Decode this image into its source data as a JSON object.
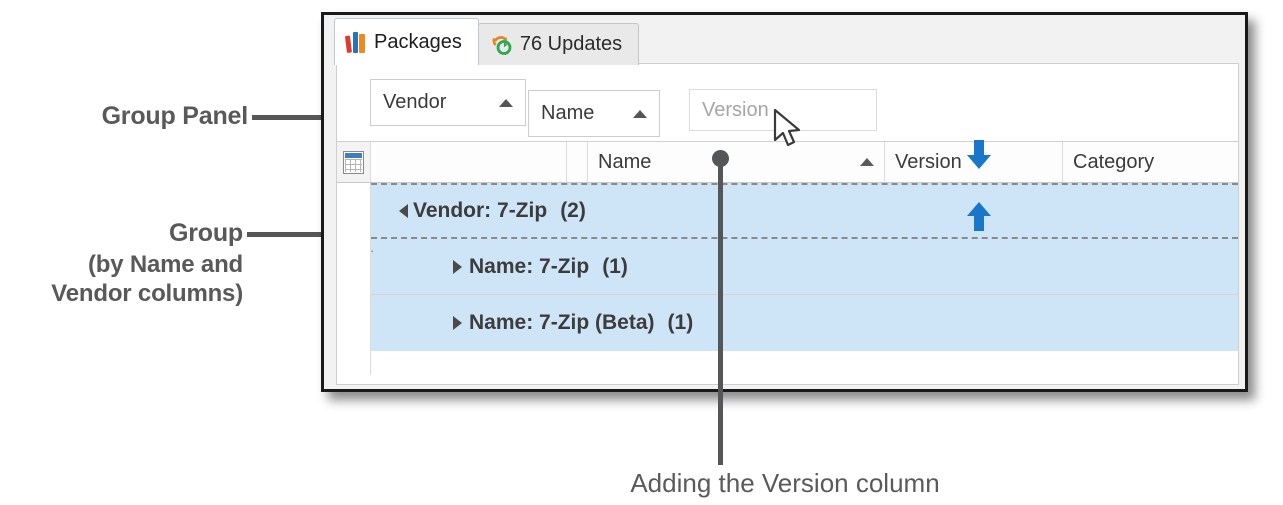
{
  "annotations": {
    "group_panel_label": "Group Panel",
    "group_label": "Group",
    "group_sublabel": "(by Name and\nVendor columns)",
    "bottom_caption": "Adding the Version column"
  },
  "window": {
    "tabs": [
      {
        "label": "Packages",
        "icon": "books-icon",
        "active": true
      },
      {
        "label": "76 Updates",
        "icon": "refresh-icon",
        "active": false
      }
    ]
  },
  "group_panel": {
    "chips": [
      {
        "label": "Vendor",
        "sort": "ascending",
        "state": "placed"
      },
      {
        "label": "Name",
        "sort": "ascending",
        "state": "dragging"
      },
      {
        "label": "Version",
        "sort": "none",
        "state": "drop-preview"
      }
    ],
    "drop_indicator": {
      "top_arrow": "arrow-down-icon",
      "bottom_arrow": "arrow-up-icon"
    }
  },
  "grid": {
    "columns": [
      {
        "label": "",
        "name": "select-all-indicator"
      },
      {
        "label": "",
        "name": "blank-column-1"
      },
      {
        "label": "",
        "name": "blank-column-2"
      },
      {
        "label": "Name",
        "name": "column-name",
        "sort": "ascending"
      },
      {
        "label": "Version",
        "name": "column-version"
      },
      {
        "label": "Category",
        "name": "column-category"
      }
    ],
    "rows": [
      {
        "level": 1,
        "expanded": true,
        "text": "Vendor: 7-Zip",
        "count": "(2)"
      },
      {
        "level": 2,
        "expanded": false,
        "text": "Name: 7-Zip",
        "count": "(1)"
      },
      {
        "level": 2,
        "expanded": false,
        "text": "Name: 7-Zip (Beta)",
        "count": "(1)"
      }
    ]
  },
  "colors": {
    "selection": "#cde5f7",
    "drop_arrow": "#1a76c8",
    "annotation": "#555658",
    "window_border": "#1a1a1a"
  }
}
